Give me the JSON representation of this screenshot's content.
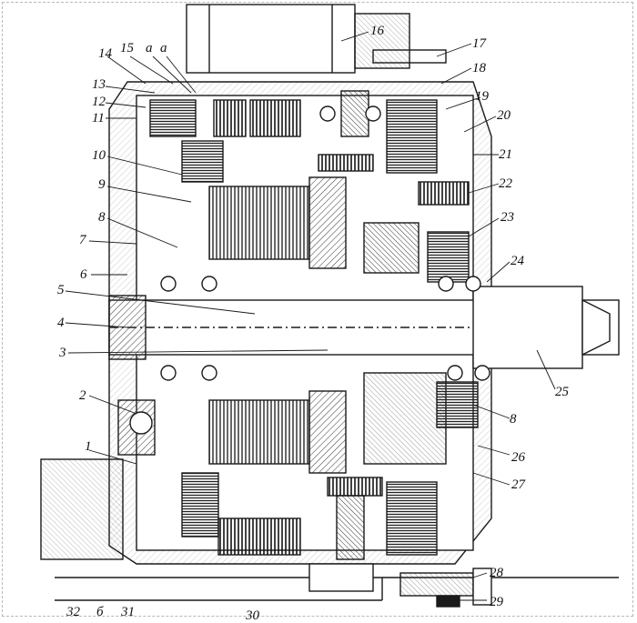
{
  "labels": {
    "l1": "1",
    "l2": "2",
    "l3": "3",
    "l4": "4",
    "l5": "5",
    "l6": "6",
    "l7": "7",
    "l8a": "8",
    "l8b": "8",
    "l9": "9",
    "l10": "10",
    "l11": "11",
    "l12": "12",
    "l13": "13",
    "l14": "14",
    "l15": "15",
    "la1": "a",
    "la2": "a",
    "l16": "16",
    "l17": "17",
    "l18": "18",
    "l19": "19",
    "l20": "20",
    "l21": "21",
    "l22": "22",
    "l23": "23",
    "l24": "24",
    "l25": "25",
    "l26": "26",
    "l27": "27",
    "l28": "28",
    "l29": "29",
    "l31": "31",
    "l32": "32",
    "lb": "б",
    "l30": "30"
  },
  "colors": {
    "ink": "#1a1a1a",
    "hatch": "#444444",
    "paper": "#ffffff",
    "shade": "#9a9a9a"
  }
}
